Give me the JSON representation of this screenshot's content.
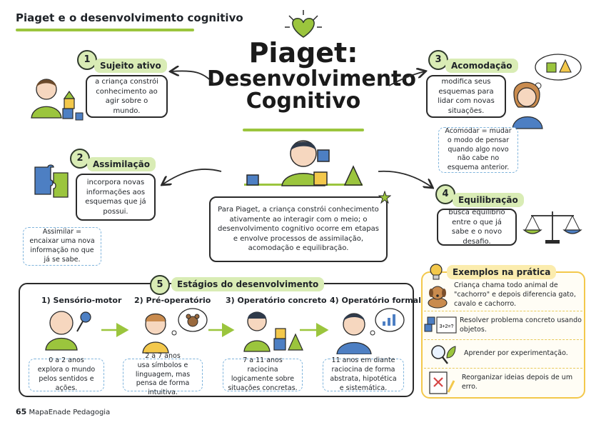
{
  "header": {
    "title": "Piaget e o desenvolvimento cognitivo"
  },
  "main_title": {
    "line1": "Piaget:",
    "line2": "Desenvolvimento",
    "line3": "Cognitivo"
  },
  "center_text": "Para Piaget, a criança constrói conhecimento ativamente ao interagir com o meio; o desenvolvimento cognitivo ocorre em etapas e envolve processos de assimilação, acomodação e equilibração.",
  "concepts": [
    {
      "number": "1",
      "label": "Sujeito ativo",
      "text": "a criança constrói conhecimento ao agir sobre o mundo.",
      "note": ""
    },
    {
      "number": "2",
      "label": "Assimilação",
      "text": "incorpora novas informações aos esquemas que já possui.",
      "note": "Assimilar = encaixar uma nova informação no que já se sabe."
    },
    {
      "number": "3",
      "label": "Acomodação",
      "text": "modifica seus esquemas para lidar com novas situações.",
      "note": "Acomodar = mudar o modo de pensar quando algo novo não cabe no esquema anterior."
    },
    {
      "number": "4",
      "label": "Equilibração",
      "text": "busca equilíbrio entre o que já sabe e o novo desafio.",
      "note": ""
    }
  ],
  "stages": {
    "number": "5",
    "label": "Estágios do desenvolvimento",
    "items": [
      {
        "title": "1) Sensório-motor",
        "age": "0 a 2 anos",
        "desc": "explora o mundo pelos sentidos e ações."
      },
      {
        "title": "2) Pré-operatório",
        "age": "2 a 7 anos",
        "desc": "usa símbolos e linguagem, mas pensa de forma intuitiva."
      },
      {
        "title": "3) Operatório concreto",
        "age": "7 a 11 anos",
        "desc": "raciocina logicamente sobre situações concretas."
      },
      {
        "title": "4) Operatório formal",
        "age": "11 anos em diante",
        "desc": "raciocina de forma abstrata, hipotética e sistemática."
      }
    ]
  },
  "examples": {
    "title": "Exemplos na prática",
    "items": [
      {
        "icon": "dog-icon",
        "text": "Criança chama todo animal de \"cachorro\" e depois diferencia gato, cavalo e cachorro."
      },
      {
        "icon": "blocks-math-icon",
        "text": "Resolver problema concreto usando objetos.",
        "icon_text": "3+2=?"
      },
      {
        "icon": "magnifier-leaf-icon",
        "text": "Aprender por experimentação."
      },
      {
        "icon": "notebook-x-icon",
        "text": "Reorganizar ideias depois de um erro."
      }
    ]
  },
  "footer": {
    "page": "65",
    "brand": "MapaEnade Pedagogia"
  },
  "colors": {
    "green": "#9bc53d",
    "green_light": "#d9ecb5",
    "blue_dash": "#7fb4dc",
    "yellow": "#f3c84b",
    "yellow_light": "#fbecae"
  }
}
